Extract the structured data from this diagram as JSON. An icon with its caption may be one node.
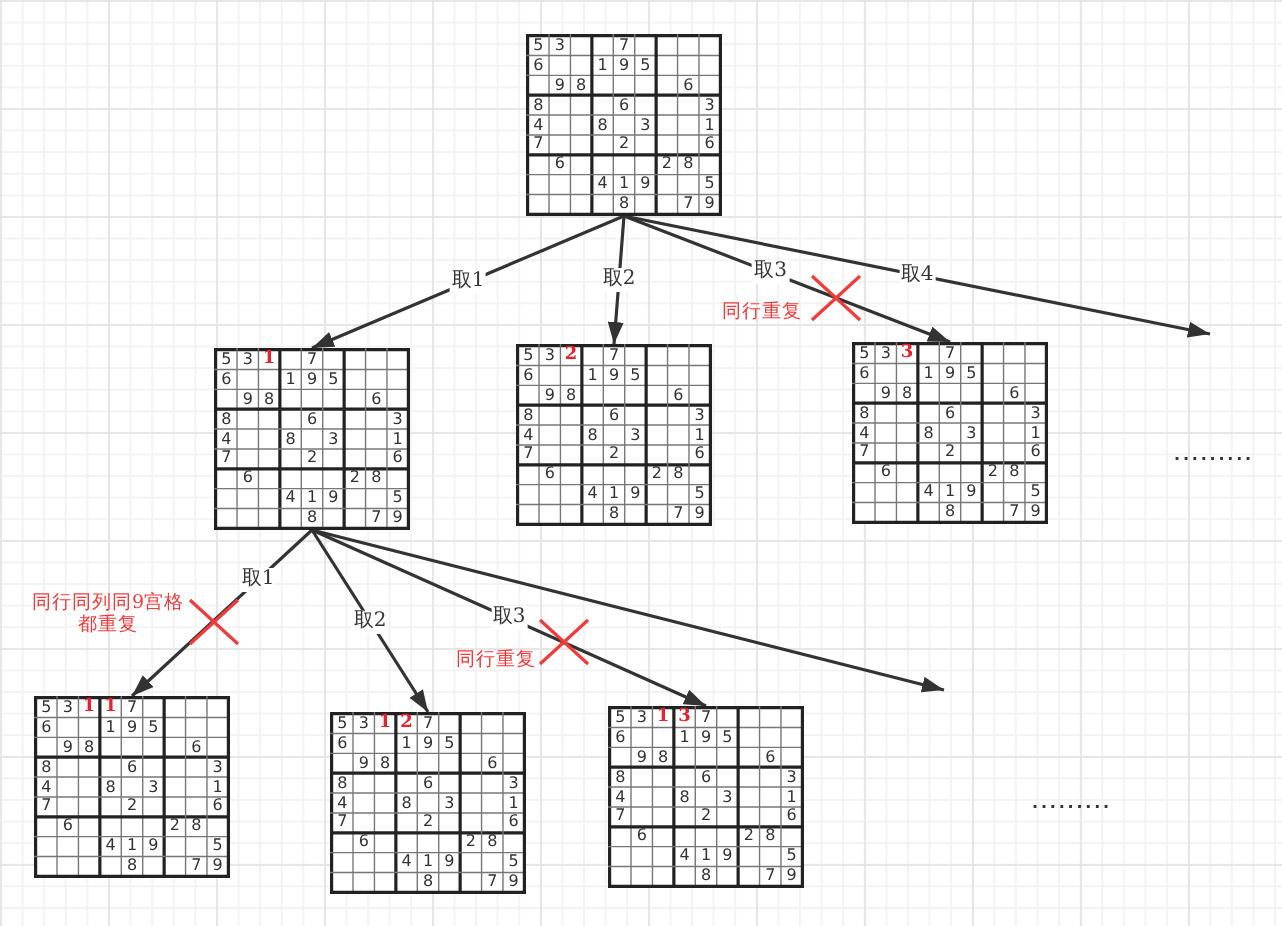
{
  "diagram": {
    "nodes": [
      {
        "text": [
          "5",
          "3",
          "7",
          "6",
          "1",
          "9",
          "5",
          "9",
          "8",
          "6",
          "8",
          "6",
          "3",
          "4",
          "8",
          "3",
          "1",
          "7",
          "2",
          "6",
          "6",
          "2",
          "8",
          "4",
          "1",
          "9",
          "5",
          "8",
          "7",
          "9"
        ]
      },
      {
        "text": [
          "5",
          "3",
          "1",
          "7",
          "6",
          "1",
          "9",
          "5",
          "9",
          "8",
          "6",
          "8",
          "6",
          "3",
          "4",
          "8",
          "3",
          "1",
          "7",
          "2",
          "6",
          "6",
          "2",
          "8",
          "4",
          "1",
          "9",
          "5",
          "8",
          "7",
          "9"
        ]
      },
      {
        "text": [
          "5",
          "3",
          "2",
          "7",
          "6",
          "1",
          "9",
          "5",
          "9",
          "8",
          "6",
          "8",
          "6",
          "3",
          "4",
          "8",
          "3",
          "1",
          "7",
          "2",
          "6",
          "6",
          "2",
          "8",
          "4",
          "1",
          "9",
          "5",
          "8",
          "7",
          "9"
        ]
      },
      {
        "text": [
          "5",
          "3",
          "3",
          "7",
          "6",
          "1",
          "9",
          "5",
          "9",
          "8",
          "6",
          "8",
          "6",
          "3",
          "4",
          "8",
          "3",
          "1",
          "7",
          "2",
          "6",
          "6",
          "2",
          "8",
          "4",
          "1",
          "9",
          "5",
          "8",
          "7",
          "9"
        ]
      },
      {
        "text": [
          "5",
          "3",
          "1",
          "1",
          "7",
          "6",
          "1",
          "9",
          "5",
          "9",
          "8",
          "6",
          "8",
          "6",
          "3",
          "4",
          "8",
          "3",
          "1",
          "7",
          "2",
          "6",
          "6",
          "2",
          "8",
          "4",
          "1",
          "9",
          "5",
          "8",
          "7",
          "9"
        ]
      },
      {
        "text": [
          "5",
          "3",
          "1",
          "2",
          "7",
          "6",
          "1",
          "9",
          "5",
          "9",
          "8",
          "6",
          "8",
          "6",
          "3",
          "4",
          "8",
          "3",
          "1",
          "7",
          "2",
          "6",
          "6",
          "2",
          "8",
          "4",
          "1",
          "9",
          "5",
          "8",
          "7",
          "9"
        ]
      },
      {
        "text": [
          "5",
          "3",
          "1",
          "3",
          "7",
          "6",
          "1",
          "9",
          "5",
          "9",
          "8",
          "6",
          "8",
          "6",
          "3",
          "4",
          "8",
          "3",
          "1",
          "7",
          "2",
          "6",
          "6",
          "2",
          "8",
          "4",
          "1",
          "9",
          "5",
          "8",
          "7",
          "9"
        ]
      }
    ],
    "edges": [
      {
        "from": 0,
        "to": 1,
        "arrow": "to",
        "label": "取1"
      },
      {
        "from": 0,
        "to": 2,
        "arrow": "to",
        "label": "取2"
      },
      {
        "from": 0,
        "to": 3,
        "arrow": "to",
        "label": "取3"
      },
      {
        "from": 0,
        "to": null,
        "arrow": "to",
        "label": "取4"
      },
      {
        "from": 1,
        "to": 4,
        "arrow": "to",
        "label": "取1"
      },
      {
        "from": 1,
        "to": 5,
        "arrow": "to",
        "label": "取2"
      },
      {
        "from": 1,
        "to": 6,
        "arrow": "to",
        "label": "取3"
      },
      {
        "from": 1,
        "to": null,
        "arrow": "to"
      }
    ],
    "labels": [
      "同行重复",
      ".........",
      "同行同列同9宫格都重复",
      "同行重复",
      "........."
    ]
  }
}
